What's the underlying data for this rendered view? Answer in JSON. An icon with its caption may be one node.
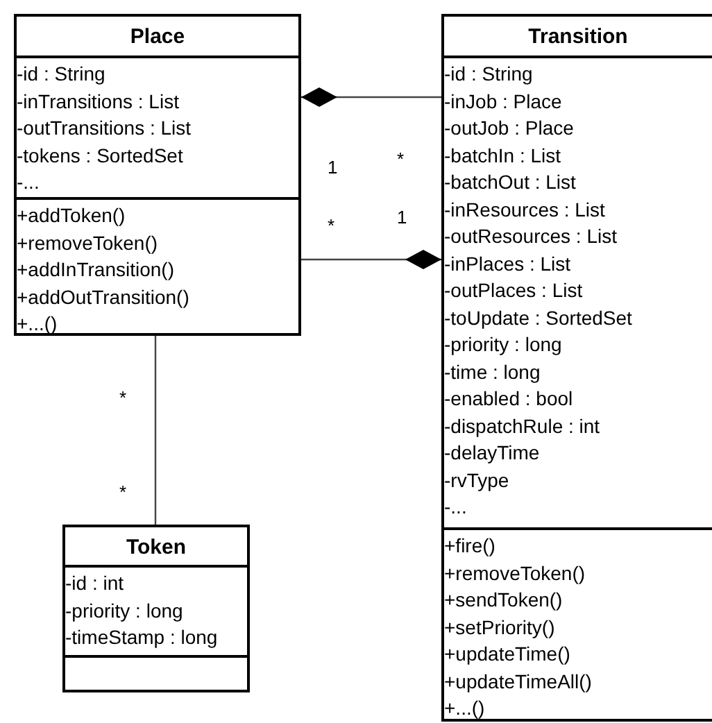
{
  "diagram": {
    "nodes": [
      {
        "text": [
          "Place"
        ]
      },
      {
        "text": [
          "-id : String",
          "-inTransitions : List",
          "-outTransitions : List",
          "-tokens : SortedSet",
          "-..."
        ],
        "in": 0
      },
      {
        "text": [
          "+addToken()",
          "+removeToken()",
          "+addInTransition()",
          "+addOutTransition()",
          "+...()"
        ],
        "in": 0
      },
      {
        "text": [
          "Transition"
        ]
      },
      {
        "text": [
          "-id : String",
          "-inJob : Place",
          "-outJob : Place",
          "-batchIn : List",
          "-batchOut : List",
          "-inResources : List",
          "-outResources : List",
          "-inPlaces : List",
          "-outPlaces : List",
          "-toUpdate : SortedSet",
          "-priority : long",
          "-time : long",
          "-enabled : bool",
          "-dispatchRule : int",
          "-delayTime",
          "-rvType",
          "-..."
        ],
        "in": 3
      },
      {
        "text": [
          "+fire()",
          "+removeToken()",
          "+sendToken()",
          "+setPriority()",
          "+updateTime()",
          "+updateTimeAll()",
          "+...()"
        ],
        "in": 3
      },
      {
        "text": [
          "Token"
        ]
      },
      {
        "text": [
          "-id : int",
          "-priority : long",
          "-timeStamp : long"
        ],
        "in": 6
      },
      {
        "text": [],
        "shape": "box",
        "in": 6
      }
    ],
    "edges": [
      {
        "from": 0,
        "to": 3,
        "arrow": "other"
      },
      {
        "from": 3,
        "to": 0,
        "arrow": "other"
      },
      {
        "from": 0,
        "to": 6,
        "arrow": "none"
      }
    ],
    "labels": [
      "1",
      "*",
      "*",
      "1",
      "*",
      "*"
    ]
  }
}
